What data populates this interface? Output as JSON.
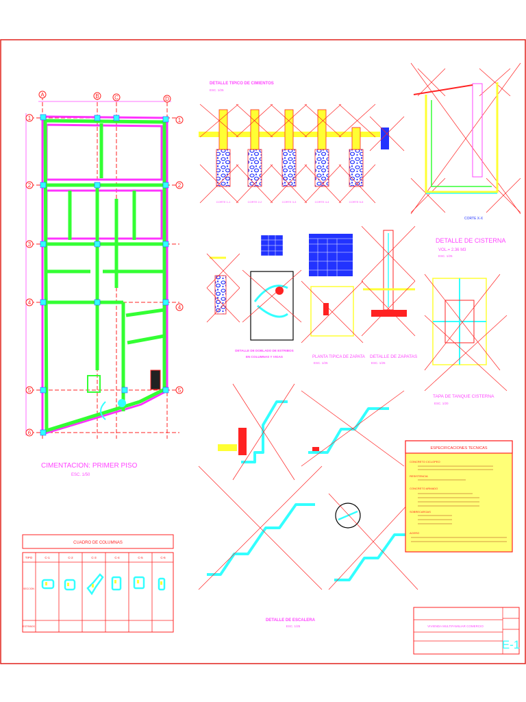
{
  "colors": {
    "background": "#ffffff",
    "border": "#e0201a",
    "drawing_bg": "#000000",
    "wall": "#ff33ff",
    "foundation": "#33ff33",
    "rebar": "#ff2222",
    "title_magenta": "#ff44ff",
    "spec_bg": "#ffff77",
    "fill_yellow": "#ffff33",
    "fill_blue": "#4466ff",
    "cyan": "#33ffff"
  },
  "foundation_plan": {
    "title": "CIMENTACION: PRIMER PISO",
    "scale": "ESC. 1/50",
    "axes_letters": [
      "A",
      "B",
      "C",
      "D"
    ],
    "axes_numbers": [
      "1",
      "2",
      "3",
      "4",
      "5",
      "6"
    ]
  },
  "typical_foundation": {
    "title": "DETALLE TIPICO DE CIMIENTOS",
    "scale": "ESC. 1/25",
    "cut_labels": [
      "CORTE 1-1",
      "CORTE 2-2",
      "CORTE 3-3",
      "CORTE 4-4",
      "CORTE 5-5"
    ]
  },
  "cistern": {
    "title": "DETALLE DE CISTERNA",
    "volume": "VOL.= 2.36 M3",
    "scale": "ESC. 1/25",
    "cut_label": "CORTE X-X"
  },
  "column_bend": {
    "title_line1": "DETALLE DE DOBLADO DE ESTRIBOS",
    "title_line2": "EN COLUMNAS Y VIGAS"
  },
  "footing_plan": {
    "title": "PLANTA TIPICA DE ZAPATA",
    "scale": "ESC. 1/25"
  },
  "footing_detail": {
    "title": "DETALLE DE ZAPATAS",
    "scale": "ESC. 1/25"
  },
  "tank_cover": {
    "title": "TAPA DE TANQUE CISTERNA",
    "scale": "ESC. 1/20"
  },
  "stairs": {
    "title": "DETALLE DE ESCALERA",
    "scale": "ESC. 1/25"
  },
  "specs": {
    "title": "ESPECIFICACIONES TECNICAS",
    "headings": [
      "CONCRETO CICLOPEO",
      "RESISTENCIA",
      "CONCRETO ARMADO",
      "SOBRECARGAS",
      "ACERO"
    ]
  },
  "columns_table": {
    "title": "CUADRO DE COLUMNAS",
    "headers": [
      "TIPO",
      "C-1",
      "C-2",
      "C-3",
      "C-4",
      "C-5",
      "C-6"
    ],
    "row_labels": [
      "SECCION",
      "ESTRIBOS"
    ]
  },
  "title_block": {
    "project": "VIVIENDA MULTIFAMILIAR COMERCIO",
    "sheet": "E-1"
  }
}
